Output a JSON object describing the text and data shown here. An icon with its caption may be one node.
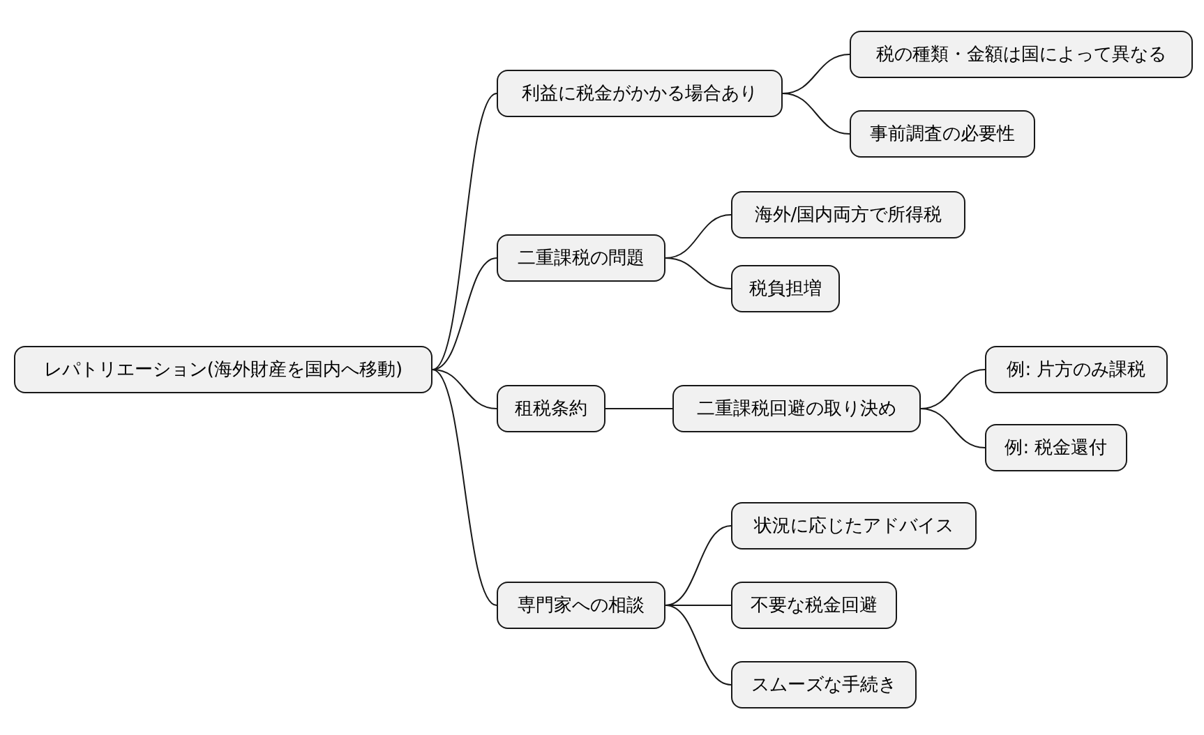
{
  "diagram": {
    "nodes": [
      {
        "text": [
          "レパトリエーション(海外財産を国内へ移動)"
        ]
      },
      {
        "text": [
          "利益に税金がかかる場合あり"
        ]
      },
      {
        "text": [
          "税の種類・金額は国によって異なる"
        ]
      },
      {
        "text": [
          "事前調査の必要性"
        ]
      },
      {
        "text": [
          "二重課税の問題"
        ]
      },
      {
        "text": [
          "海外/国内両方で所得税"
        ]
      },
      {
        "text": [
          "税負担増"
        ]
      },
      {
        "text": [
          "租税条約"
        ]
      },
      {
        "text": [
          "二重課税回避の取り決め"
        ]
      },
      {
        "text": [
          "例: 片方のみ課税"
        ]
      },
      {
        "text": [
          "例: 税金還付"
        ]
      },
      {
        "text": [
          "専門家への相談"
        ]
      },
      {
        "text": [
          "状況に応じたアドバイス"
        ]
      },
      {
        "text": [
          "不要な税金回避"
        ]
      },
      {
        "text": [
          "スムーズな手続き"
        ]
      }
    ],
    "edges": [
      {
        "from": 0,
        "to": 1,
        "arrow": "none"
      },
      {
        "from": 1,
        "to": 2,
        "arrow": "none"
      },
      {
        "from": 1,
        "to": 3,
        "arrow": "none"
      },
      {
        "from": 0,
        "to": 4,
        "arrow": "none"
      },
      {
        "from": 4,
        "to": 5,
        "arrow": "none"
      },
      {
        "from": 4,
        "to": 6,
        "arrow": "none"
      },
      {
        "from": 0,
        "to": 7,
        "arrow": "none"
      },
      {
        "from": 7,
        "to": 8,
        "arrow": "none"
      },
      {
        "from": 8,
        "to": 9,
        "arrow": "none"
      },
      {
        "from": 8,
        "to": 10,
        "arrow": "none"
      },
      {
        "from": 0,
        "to": 11,
        "arrow": "none"
      },
      {
        "from": 11,
        "to": 12,
        "arrow": "none"
      },
      {
        "from": 11,
        "to": 13,
        "arrow": "none"
      },
      {
        "from": 11,
        "to": 14,
        "arrow": "none"
      }
    ]
  }
}
